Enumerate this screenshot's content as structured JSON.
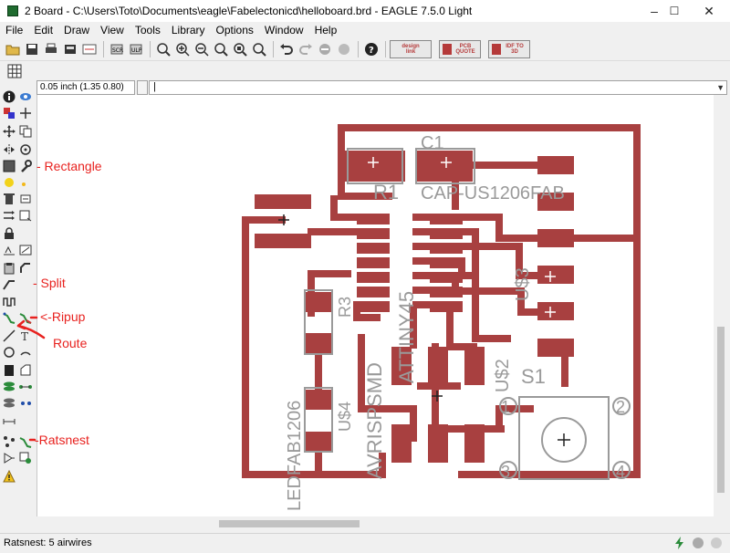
{
  "window": {
    "title": "2 Board - C:\\Users\\Toto\\Documents\\eagle\\Fabelectonicd\\helloboard.brd - EAGLE 7.5.0 Light",
    "minimize": "–",
    "maximize": "☐",
    "close": "✕"
  },
  "menu": {
    "items": [
      "File",
      "Edit",
      "Draw",
      "View",
      "Tools",
      "Library",
      "Options",
      "Window",
      "Help"
    ]
  },
  "toolbar": {
    "logo_buttons": [
      {
        "label": "design link"
      },
      {
        "label": "PCB QUOTE"
      },
      {
        "label": "IDF TO 3D"
      }
    ]
  },
  "command_row": {
    "grid_coord": "0.05 inch (1.35 0.80)",
    "command_text": "|"
  },
  "annotations": {
    "rectangle": "- Rectangle",
    "split": "- Split",
    "ripup": "<-Ripup",
    "route": "Route",
    "ratsnest": "-Ratsnest"
  },
  "board": {
    "labels": {
      "c1": "C1",
      "r1": "R1",
      "cap": "CAP-US1206FAB",
      "r3": "R3",
      "attiny": "ATTINY45",
      "u3": "U$3",
      "u2": "U$2",
      "s1": "S1",
      "u4": "U$4",
      "avrisp": "AVRISPSMD",
      "led": "LEDFAB1206",
      "pin1": "1",
      "pin2": "2",
      "pin3": "3",
      "pin4": "4"
    },
    "copper_color": "#a84040",
    "silk_color": "#9a9a9a"
  },
  "status": {
    "text": "Ratsnest: 5 airwires"
  },
  "colors": {
    "annotation": "#e8221f",
    "copper": "#a84040"
  }
}
